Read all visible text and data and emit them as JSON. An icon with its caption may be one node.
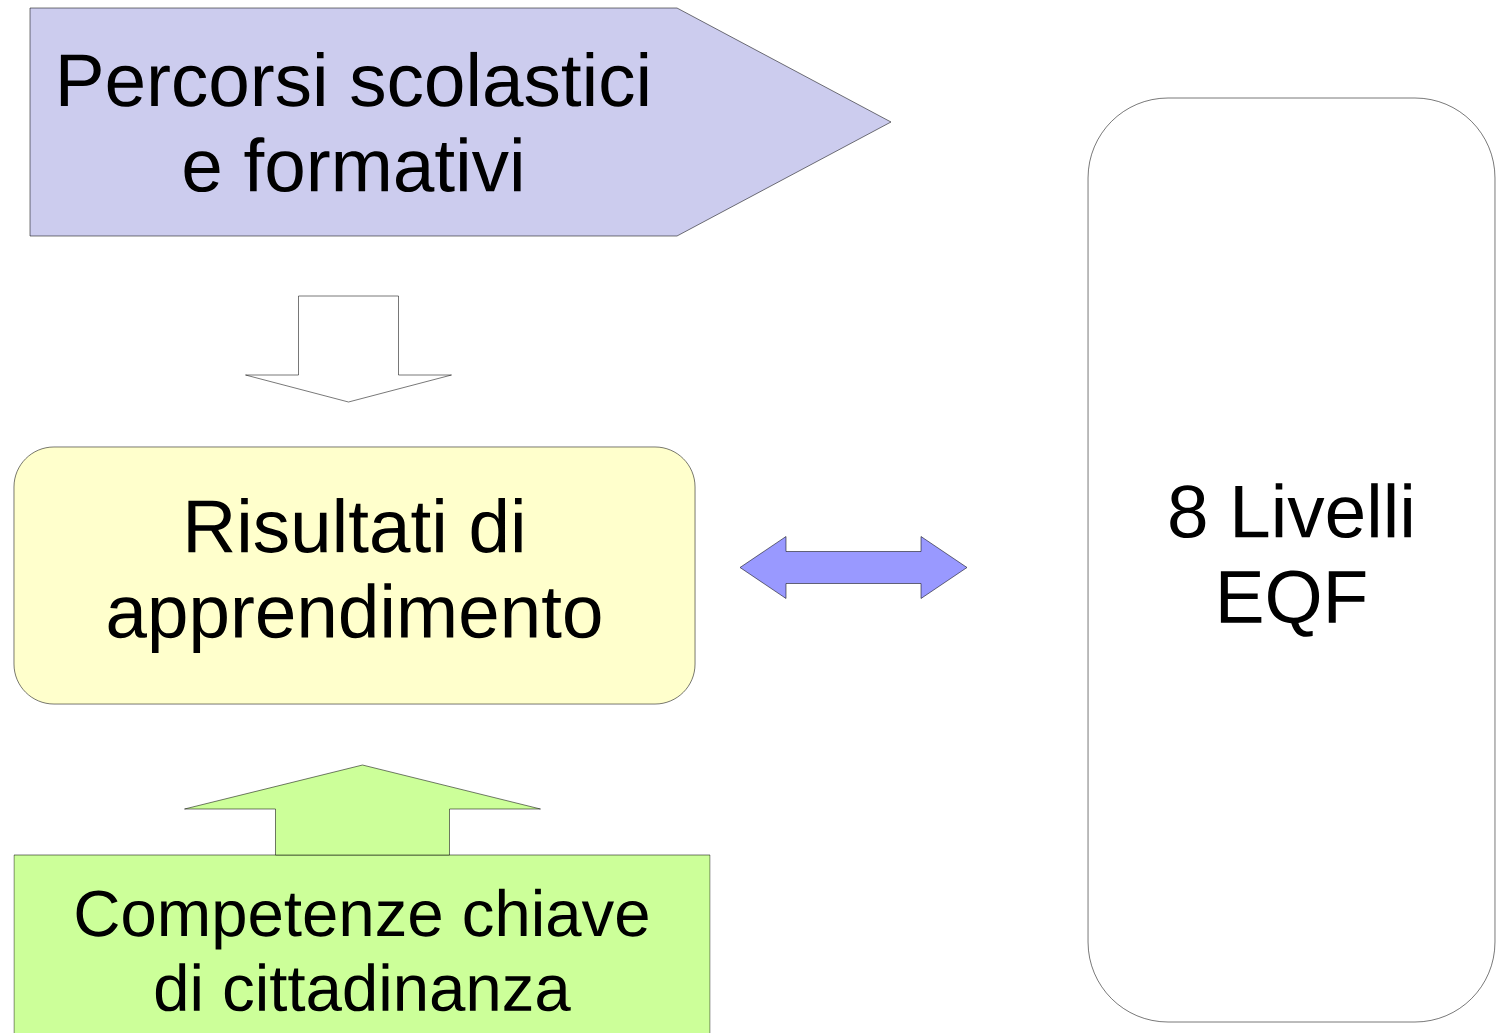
{
  "diagram": {
    "nodes": [
      {
        "text": [
          "Percorsi scolastici e formativi"
        ]
      },
      {
        "text": [
          "Risultati di apprendimento"
        ]
      },
      {
        "text": [
          "Competenze chiave di cittadinanza"
        ]
      },
      {
        "text": [
          "8 Livelli EQF"
        ]
      }
    ],
    "edges": [
      {
        "from": 0,
        "to": 1,
        "arrow": "to"
      },
      {
        "from": 2,
        "to": 1,
        "arrow": "to",
        "color": "#ccff99"
      },
      {
        "from": 1,
        "to": 3,
        "arrow": "both",
        "color": "#9999ff"
      }
    ]
  }
}
